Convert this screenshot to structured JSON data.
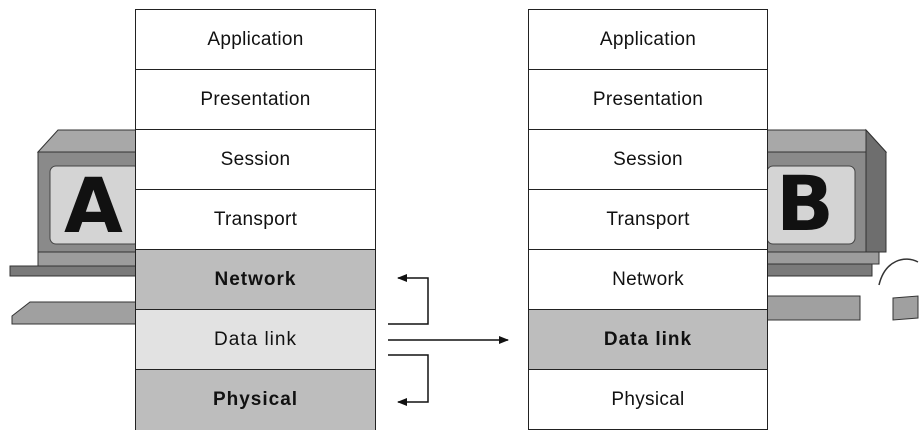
{
  "hosts": {
    "a": {
      "label": "A",
      "layers": [
        {
          "name": "Application",
          "highlight": "none"
        },
        {
          "name": "Presentation",
          "highlight": "none"
        },
        {
          "name": "Session",
          "highlight": "none"
        },
        {
          "name": "Transport",
          "highlight": "none"
        },
        {
          "name": "Network",
          "highlight": "dark"
        },
        {
          "name": "Data link",
          "highlight": "light"
        },
        {
          "name": "Physical",
          "highlight": "dark"
        }
      ]
    },
    "b": {
      "label": "B",
      "layers": [
        {
          "name": "Application",
          "highlight": "none"
        },
        {
          "name": "Presentation",
          "highlight": "none"
        },
        {
          "name": "Session",
          "highlight": "none"
        },
        {
          "name": "Transport",
          "highlight": "none"
        },
        {
          "name": "Network",
          "highlight": "none"
        },
        {
          "name": "Data link",
          "highlight": "dark"
        },
        {
          "name": "Physical",
          "highlight": "none"
        }
      ]
    }
  },
  "colors": {
    "dark_layer": "#bdbdbd",
    "light_layer": "#e2e2e2",
    "computer_body": "#8a8a8a",
    "computer_screen": "#d4d4d4"
  }
}
